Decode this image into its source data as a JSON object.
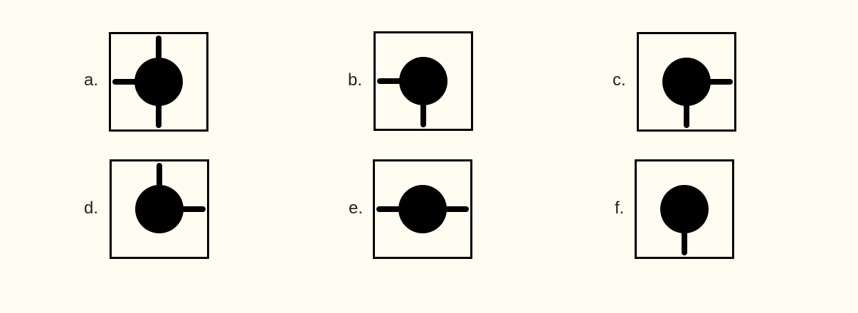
{
  "colors": {
    "background": "#fffdf1",
    "glyph": "#000000",
    "label": "#222222"
  },
  "options": [
    {
      "label": "a.",
      "arms": [
        "left",
        "up",
        "down"
      ]
    },
    {
      "label": "b.",
      "arms": [
        "left",
        "down"
      ]
    },
    {
      "label": "c.",
      "arms": [
        "right",
        "down"
      ]
    },
    {
      "label": "d.",
      "arms": [
        "up",
        "right"
      ]
    },
    {
      "label": "e.",
      "arms": [
        "left",
        "right"
      ]
    },
    {
      "label": "f.",
      "arms": [
        "down"
      ]
    }
  ]
}
